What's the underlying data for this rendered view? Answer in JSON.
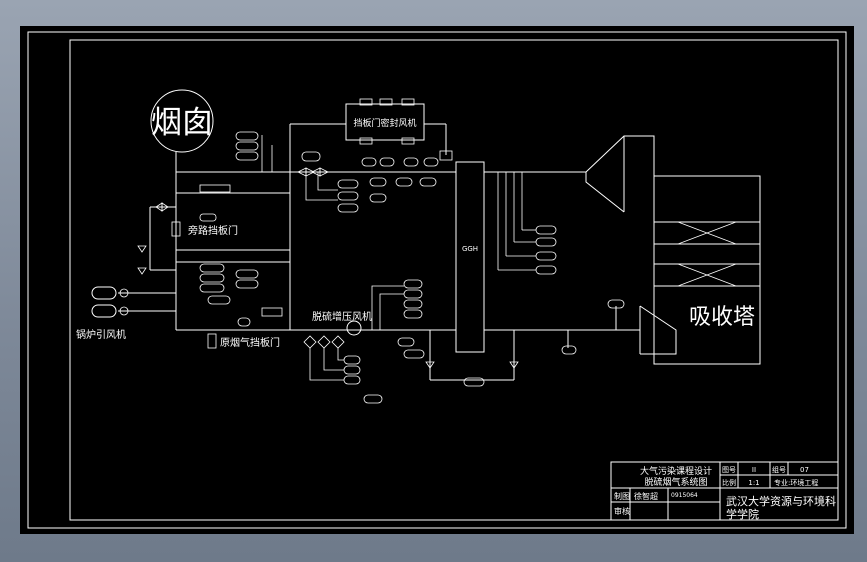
{
  "diagram": {
    "chimney_label": "烟囱",
    "damper_fan_label": "挡板门密封风机",
    "bypass_damper_label": "旁路挡板门",
    "raw_flue_damper_label": "原烟气挡板门",
    "boiler_fan_label": "锅炉引风机",
    "booster_fan_label": "脱硫增压风机",
    "ggh_label": "GGH",
    "absorber_label": "吸收塔"
  },
  "title_block": {
    "title_line1": "大气污染课程设计",
    "title_line2": "脱硫烟气系统图",
    "drawn_by_label": "制图",
    "reviewed_by_label": "审核",
    "drawn_by_name": "徐智超",
    "drawn_number": "0915064",
    "drawing_no_label": "图号",
    "drawing_no_value": "II",
    "group_label": "组号",
    "group_value": "07",
    "scale_label": "比例",
    "scale_value": "1:1",
    "major_value": "专业:环境工程",
    "school_line1": "武汉大学资源与环境科",
    "school_line2": "学学院"
  }
}
